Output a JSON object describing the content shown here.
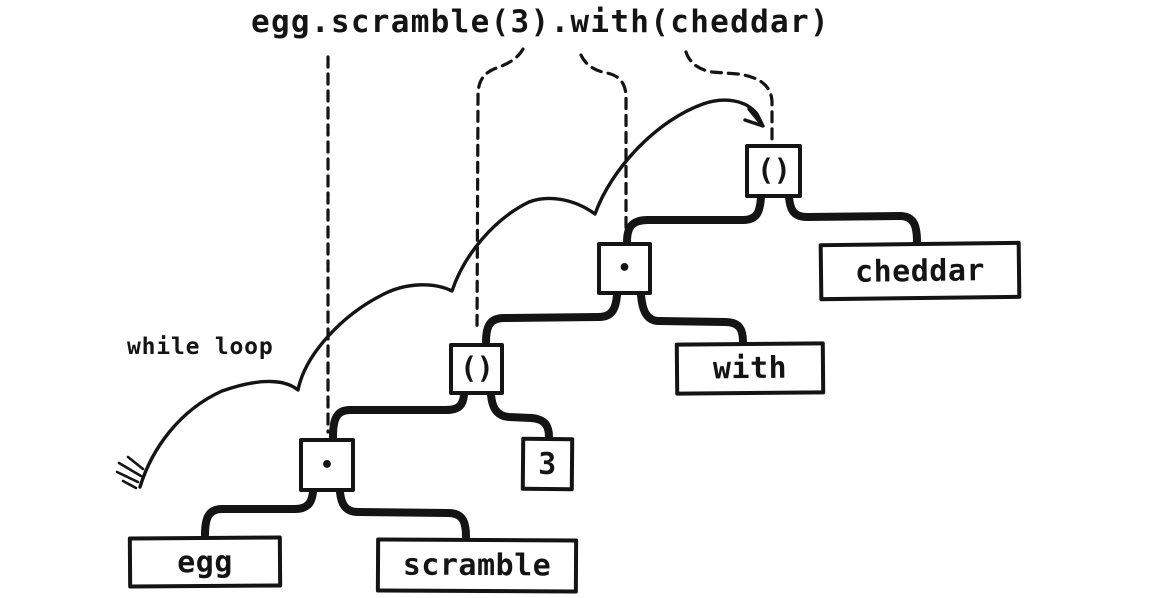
{
  "title": "egg.scramble(3).with(cheddar)",
  "while_loop": {
    "label": "while loop"
  },
  "ink_color": "#141414",
  "background_color": "#ffffff",
  "tree": {
    "nodes": {
      "outer_call": {
        "label": "()"
      },
      "outer_dot": {
        "label": "•"
      },
      "cheddar": {
        "label": "cheddar"
      },
      "with": {
        "label": "with"
      },
      "inner_call": {
        "label": "()"
      },
      "inner_dot": {
        "label": "•"
      },
      "arg": {
        "label": "3"
      },
      "egg": {
        "label": "egg"
      },
      "scramble": {
        "label": "scramble"
      }
    }
  }
}
